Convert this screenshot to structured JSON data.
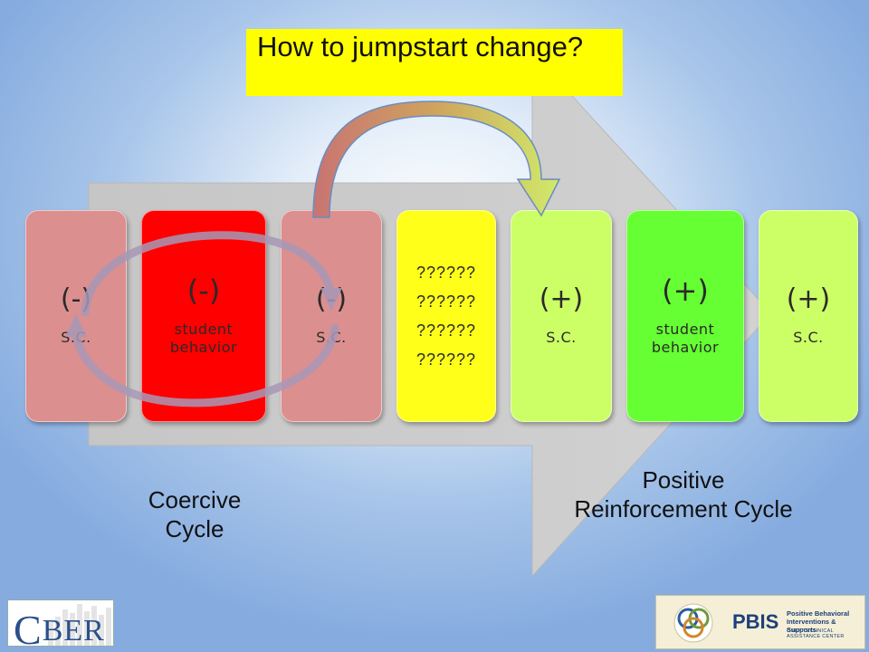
{
  "title": "How to jumpstart change?",
  "cards": [
    {
      "sign": "(-)",
      "sub": "S.C.",
      "color": "#dc8f8f"
    },
    {
      "sign": "(-)",
      "sub": "student behavior",
      "color": "#ff0000"
    },
    {
      "sign": "(-)",
      "sub": "S.C.",
      "color": "#dc8f8f"
    },
    {
      "lines": [
        "??????",
        "??????",
        "??????",
        "??????"
      ],
      "color": "#ffff1a"
    },
    {
      "sign": "(+)",
      "sub": "S.C.",
      "color": "#ccff66"
    },
    {
      "sign": "(+)",
      "sub": "student behavior",
      "color": "#66ff33"
    },
    {
      "sign": "(+)",
      "sub": "S.C.",
      "color": "#ccff66"
    }
  ],
  "labels": {
    "coercive": "Coercive Cycle",
    "positive": "Positive Reinforcement Cycle"
  },
  "logos": {
    "cber": {
      "initial": "C",
      "rest": "BER"
    },
    "pbis": {
      "name": "PBIS",
      "tagline": "Positive Behavioral Interventions & Supports",
      "center": "OSEP TECHNICAL ASSISTANCE CENTER"
    }
  }
}
